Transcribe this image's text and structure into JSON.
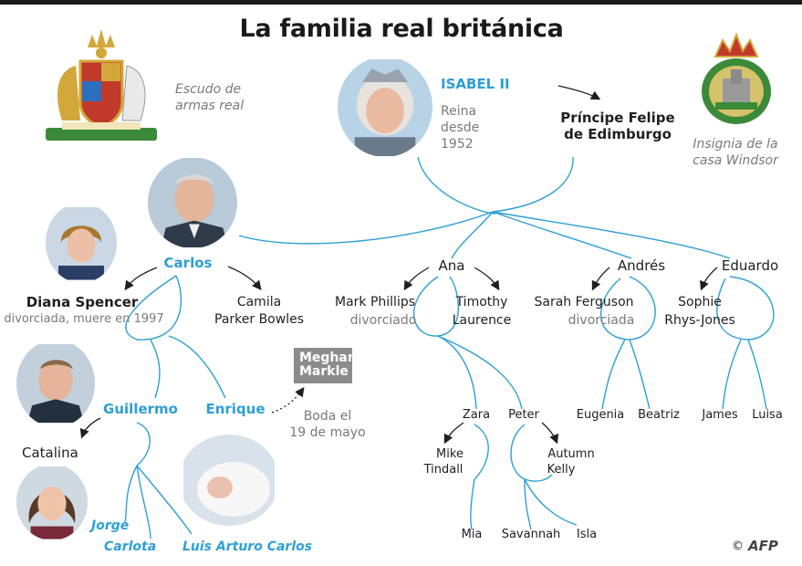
{
  "title": "La familia real británica",
  "crest": {
    "caption_line1": "Escudo de",
    "caption_line2": "armas real"
  },
  "insignia": {
    "caption_line1": "Insignia de la",
    "caption_line2": "casa Windsor"
  },
  "queen": {
    "name": "ISABEL II",
    "note_line1": "Reina",
    "note_line2": "desde",
    "note_line3": "1952"
  },
  "philip": {
    "line1": "Príncipe Felipe",
    "line2": "de Edimburgo"
  },
  "charles": {
    "name": "Carlos"
  },
  "diana": {
    "name": "Diana Spencer",
    "note": "divorciada, muere en 1997"
  },
  "camila": {
    "line1": "Camila",
    "line2": "Parker Bowles"
  },
  "william": {
    "name": "Guillermo"
  },
  "harry": {
    "name": "Enrique"
  },
  "meghan": {
    "line1": "Meghan",
    "line2": "Markle"
  },
  "wedding": {
    "line1": "Boda el",
    "line2": "19 de mayo"
  },
  "catalina": {
    "name": "Catalina"
  },
  "george": {
    "name": "Jorge"
  },
  "charlotte": {
    "name": "Carlota"
  },
  "louis": {
    "name": "Luis Arturo Carlos"
  },
  "anne": {
    "name": "Ana"
  },
  "mark": {
    "name": "Mark Phillips",
    "note": "divorciado"
  },
  "timothy": {
    "line1": "Timothy",
    "line2": "Laurence"
  },
  "andrew": {
    "name": "Andrés"
  },
  "sarah": {
    "name": "Sarah Ferguson",
    "note": "divorciada"
  },
  "edward": {
    "name": "Eduardo"
  },
  "sophie": {
    "line1": "Sophie",
    "line2": "Rhys-Jones"
  },
  "zara": {
    "name": "Zara"
  },
  "peter": {
    "name": "Peter"
  },
  "mike": {
    "line1": "Mike",
    "line2": "Tindall"
  },
  "autumn": {
    "line1": "Autumn",
    "line2": "Kelly"
  },
  "mia": {
    "name": "Mia"
  },
  "savannah": {
    "name": "Savannah"
  },
  "isla": {
    "name": "Isla"
  },
  "eugenia": {
    "name": "Eugenia"
  },
  "beatriz": {
    "name": "Beatriz"
  },
  "james": {
    "name": "James"
  },
  "luisa": {
    "name": "Luisa"
  },
  "credit": {
    "copyright": "©",
    "agency": "AFP"
  },
  "colors": {
    "blue": "#2d9fd6",
    "dark": "#1f1f1f",
    "grey": "#7a7a7a",
    "badge": "#8c8c8c"
  }
}
